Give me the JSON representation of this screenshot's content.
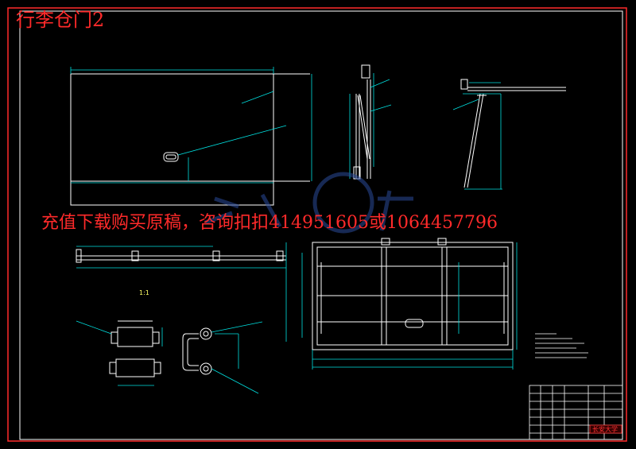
{
  "document": {
    "title": "行李仓门2"
  },
  "watermark": {
    "banner_text": "充值下载购买原稿，咨询扣扣414951605或1064457796"
  },
  "detail_view": {
    "scale_label": "1:1"
  },
  "title_block": {
    "school": "长安大学"
  },
  "colors": {
    "background": "#000000",
    "frame": "#ff2a2a",
    "outline": "#ffffff",
    "dimension": "#00e0e0",
    "title_text": "#ff2a2a"
  }
}
